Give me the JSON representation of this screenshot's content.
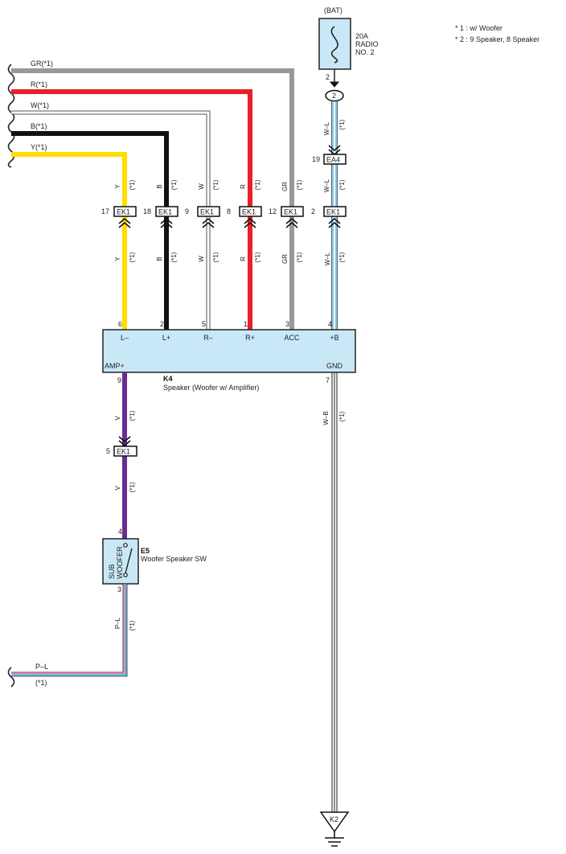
{
  "notes": {
    "note1": "* 1 : w/ Woofer",
    "note2": "* 2 : 9 Speaker,  8 Speaker"
  },
  "fuse": {
    "source": "(BAT)",
    "rating": "20A",
    "name_line1": "RADIO",
    "name_line2": "NO. 2",
    "pin": "2",
    "junction_label": "2"
  },
  "note_ref": "(*1)",
  "harness_inputs": [
    {
      "label": "GR(*1)",
      "color": "#999999"
    },
    {
      "label": "R(*1)",
      "color": "#e8202a"
    },
    {
      "label": "W(*1)",
      "color": "#ffffff"
    },
    {
      "label": "B(*1)",
      "color": "#111111"
    },
    {
      "label": "Y(*1)",
      "color": "#ffdd00"
    }
  ],
  "ea4_connector": {
    "code": "EA4",
    "pin": "19"
  },
  "ek1_connectors": [
    {
      "code": "EK1",
      "pin": "17",
      "wire": "Y"
    },
    {
      "code": "EK1",
      "pin": "18",
      "wire": "B"
    },
    {
      "code": "EK1",
      "pin": "9",
      "wire": "W"
    },
    {
      "code": "EK1",
      "pin": "8",
      "wire": "R"
    },
    {
      "code": "EK1",
      "pin": "12",
      "wire": "GR"
    },
    {
      "code": "EK1",
      "pin": "2",
      "wire": "W–L"
    }
  ],
  "top_wire_labels": {
    "fuse_to_ea4": "W–L",
    "ea4_to_ek1": "W–L"
  },
  "amp": {
    "code": "K4",
    "name": "Speaker (Woofer w/ Amplifier)",
    "terminals_top": [
      {
        "pin": "6",
        "name": "L–"
      },
      {
        "pin": "2",
        "name": "L+"
      },
      {
        "pin": "5",
        "name": "R–"
      },
      {
        "pin": "1",
        "name": "R+"
      },
      {
        "pin": "3",
        "name": "ACC"
      },
      {
        "pin": "4",
        "name": "+B"
      }
    ],
    "terminals_bottom": [
      {
        "pin": "9",
        "name": "AMP+"
      },
      {
        "pin": "7",
        "name": "GND"
      }
    ]
  },
  "lower_wires": {
    "v_upper": "V",
    "v_lower": "V",
    "wb": "W–B",
    "pl_vertical": "P–L",
    "pl_input": "P–L",
    "pl_ref": "(*1)"
  },
  "ek1_lower": {
    "code": "EK1",
    "pin": "5"
  },
  "switch": {
    "code": "E5",
    "name": "Woofer Speaker SW",
    "inner_line1": "SUB",
    "inner_line2": "WOOFER",
    "pin_top": "4",
    "pin_bottom": "3"
  },
  "ground": {
    "code": "K2"
  },
  "colors": {
    "gray": "#999999",
    "red": "#e8202a",
    "black": "#111111",
    "yellow": "#ffdd00",
    "violet": "#6a2c91",
    "light_blue_fill": "#c9e8f7",
    "wire_blue": "#2aa7e0",
    "wire_pink": "#f06fa8"
  }
}
